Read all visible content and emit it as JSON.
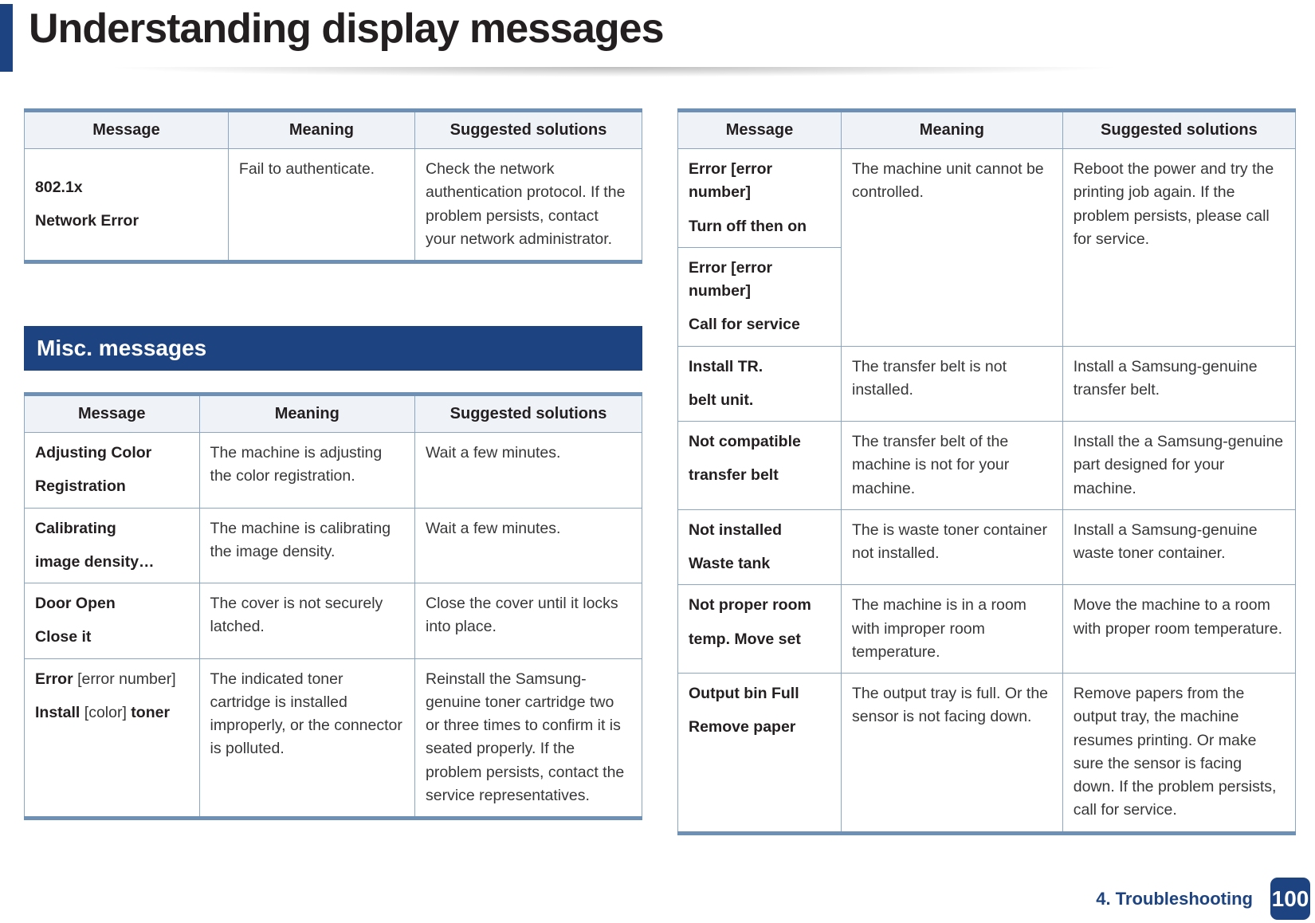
{
  "page": {
    "title": "Understanding display messages",
    "footer": {
      "chapter": "4. Troubleshooting",
      "page_number": "100"
    }
  },
  "section": {
    "title": "Misc. messages"
  },
  "colors": {
    "accent_navy": "#1d4480",
    "table_border_thick": "#6e90b5",
    "table_border_thin": "#8aa6c4",
    "header_row_bg": "#eff2f6"
  },
  "tables": {
    "network": {
      "headers": [
        "Message",
        "Meaning",
        "Suggested solutions"
      ],
      "rows": [
        {
          "cells": [
            {
              "va": "middle",
              "paras": [
                "802.1x",
                "Network Error"
              ]
            },
            {
              "paras": [
                "Fail to authenticate."
              ]
            },
            {
              "paras": [
                "Check the network authentication protocol. If the problem persists, contact your network administrator."
              ]
            }
          ]
        }
      ]
    },
    "misc": {
      "headers": [
        "Message",
        "Meaning",
        "Suggested solutions"
      ],
      "rows": [
        {
          "cells": [
            {
              "paras": [
                "Adjusting Color",
                "Registration"
              ]
            },
            {
              "paras": [
                "The machine is adjusting the color registration."
              ]
            },
            {
              "paras": [
                "Wait a few minutes."
              ]
            }
          ]
        },
        {
          "cells": [
            {
              "paras": [
                "Calibrating",
                "image density…"
              ]
            },
            {
              "paras": [
                "The machine is calibrating the image density."
              ]
            },
            {
              "paras": [
                "Wait a few minutes."
              ]
            }
          ]
        },
        {
          "cells": [
            {
              "paras": [
                "Door Open",
                "Close it"
              ]
            },
            {
              "paras": [
                "The cover is not securely latched."
              ]
            },
            {
              "paras": [
                "Close the cover until it locks into place."
              ]
            }
          ]
        },
        {
          "cells": [
            {
              "paras": [
                [
                  {
                    "t": "Error",
                    "b": true
                  },
                  {
                    "t": " [error number]",
                    "b": false
                  }
                ],
                [
                  {
                    "t": "Install",
                    "b": true
                  },
                  {
                    "t": " [color] ",
                    "b": false
                  },
                  {
                    "t": "toner",
                    "b": true
                  }
                ]
              ]
            },
            {
              "paras": [
                "The indicated toner cartridge is installed improperly, or the connector is polluted."
              ]
            },
            {
              "paras": [
                "Reinstall the Samsung-genuine toner cartridge two or three times to confirm it is seated properly. If the problem persists, contact the service representatives."
              ]
            }
          ]
        }
      ]
    },
    "errors": {
      "headers": [
        "Message",
        "Meaning",
        "Suggested solutions"
      ],
      "rows": [
        {
          "cells": [
            {
              "paras": [
                "Error  [error number]",
                "Turn off then on"
              ]
            },
            {
              "rowspan": 2,
              "paras": [
                "The machine unit cannot be controlled."
              ]
            },
            {
              "rowspan": 2,
              "paras": [
                "Reboot the power and try the printing job again. If the problem persists, please call for service."
              ]
            }
          ]
        },
        {
          "cells": [
            {
              "col": 0,
              "paras": [
                "Error  [error number]",
                "Call for service"
              ]
            }
          ]
        },
        {
          "cells": [
            {
              "paras": [
                "Install TR.",
                "belt unit."
              ]
            },
            {
              "paras": [
                "The transfer belt is not installed."
              ]
            },
            {
              "paras": [
                "Install a Samsung-genuine transfer belt."
              ]
            }
          ]
        },
        {
          "cells": [
            {
              "paras": [
                "Not compatible",
                "transfer belt"
              ]
            },
            {
              "paras": [
                "The transfer belt of the machine is not for your machine."
              ]
            },
            {
              "paras": [
                "Install the a Samsung-genuine part designed for your machine."
              ]
            }
          ]
        },
        {
          "cells": [
            {
              "paras": [
                "Not installed",
                "Waste tank"
              ]
            },
            {
              "paras": [
                "The is waste toner container not installed."
              ]
            },
            {
              "paras": [
                "Install a Samsung-genuine waste toner container."
              ]
            }
          ]
        },
        {
          "cells": [
            {
              "paras": [
                "Not proper room",
                "temp. Move set"
              ]
            },
            {
              "paras": [
                "The machine is in a room with improper room temperature."
              ]
            },
            {
              "paras": [
                "Move the machine to a room with proper room temperature."
              ]
            }
          ]
        },
        {
          "cells": [
            {
              "paras": [
                "Output bin Full",
                "Remove paper"
              ]
            },
            {
              "paras": [
                "The output tray is full. Or the sensor is not facing down."
              ]
            },
            {
              "paras": [
                "Remove papers from the output tray, the machine resumes printing. Or make sure the sensor is facing down. If the problem persists, call for service."
              ]
            }
          ]
        }
      ]
    }
  }
}
